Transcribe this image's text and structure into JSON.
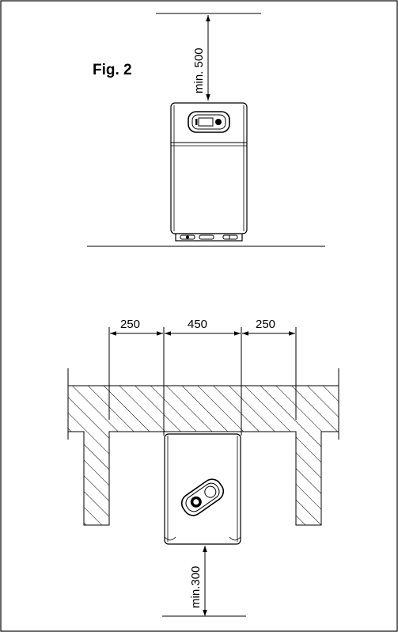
{
  "figure": {
    "label": "Fig. 2"
  },
  "dimensions": {
    "top_clearance": "min. 500",
    "left_side": "250",
    "width": "450",
    "right_side": "250",
    "front_clearance": "min.300"
  },
  "colors": {
    "line": "#000000",
    "background": "#ffffff"
  }
}
